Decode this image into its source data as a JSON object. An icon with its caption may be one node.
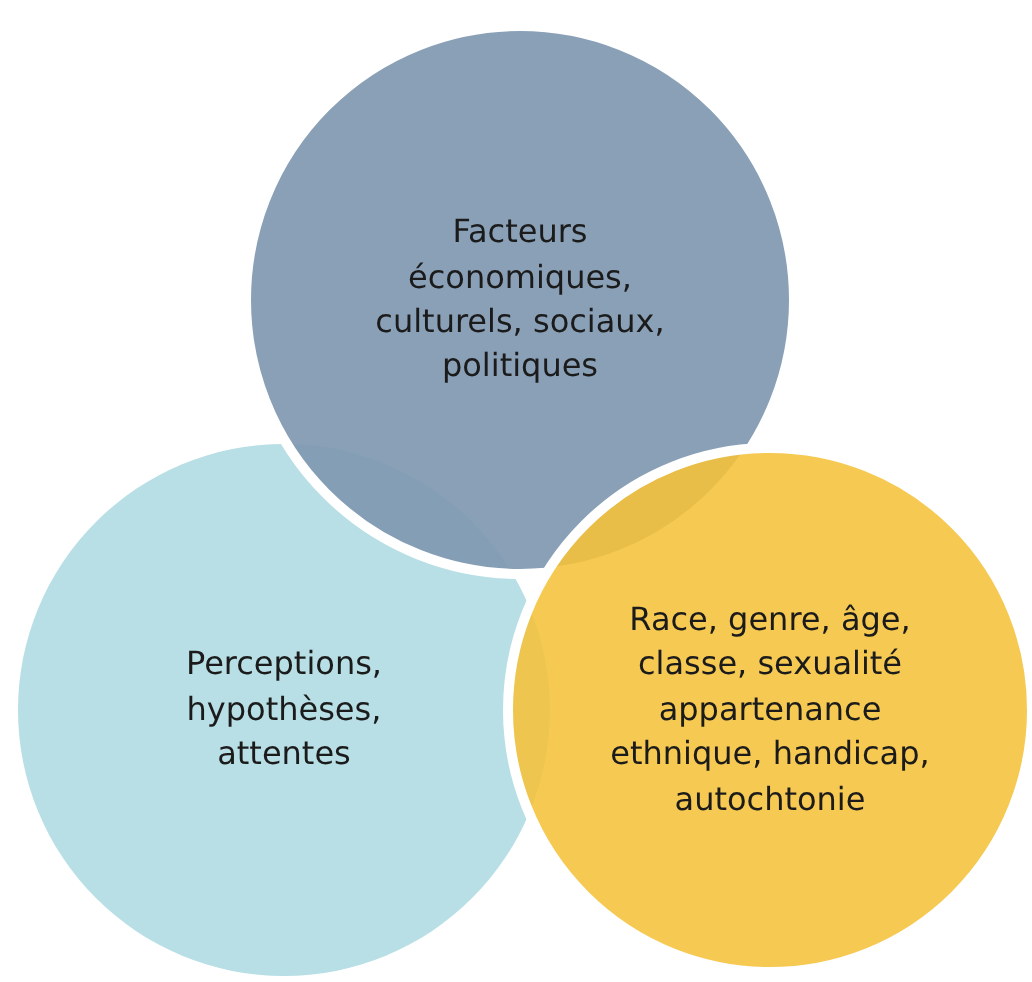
{
  "diagram": {
    "nodes": [
      {
        "text": [
          "Perceptions, hypothèses, attentes"
        ]
      },
      {
        "text": [
          "Facteurs économiques, culturels, sociaux, politiques"
        ]
      },
      {
        "text": [
          "Race, genre, âge, classe, sexualité appartenance ethnique, handicap, autochtonie"
        ]
      }
    ]
  }
}
